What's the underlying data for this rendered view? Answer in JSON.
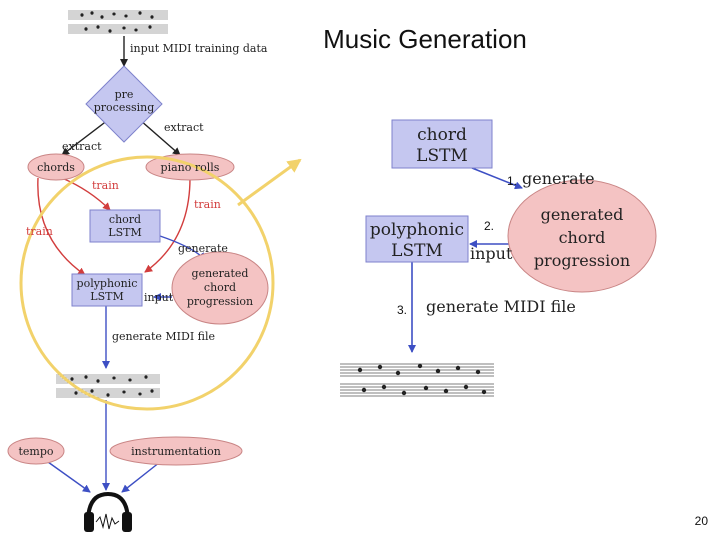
{
  "slide": {
    "title": "Music Generation",
    "page_number": "20"
  },
  "colors": {
    "box_fill": "#c5c7f0",
    "box_stroke": "#7e82cc",
    "ellipse_fill": "#f4c3c3",
    "ellipse_stroke": "#c98585",
    "arrow_blue": "#3d4fc4",
    "arrow_red": "#d23d3d",
    "arrow_black": "#222222",
    "highlight": "#f2d26b"
  },
  "left_diagram": {
    "input_label": "input MIDI training data",
    "preprocess": {
      "line1": "pre",
      "line2": "processing"
    },
    "extract_right": "extract",
    "extract_left": "extract",
    "chords": "chords",
    "piano_rolls": "piano rolls",
    "train_top": "train",
    "train_right": "train",
    "train_left": "train",
    "chord_lstm": {
      "line1": "chord",
      "line2": "LSTM"
    },
    "generate": "generate",
    "polyphonic_lstm": {
      "line1": "polyphonic",
      "line2": "LSTM"
    },
    "input": "input",
    "generated_progression": {
      "line1": "generated",
      "line2": "chord",
      "line3": "progression"
    },
    "generate_midi": "generate MIDI file",
    "tempo": "tempo",
    "instrumentation": "instrumentation"
  },
  "right_diagram": {
    "chord_lstm": {
      "line1": "chord",
      "line2": "LSTM"
    },
    "step1": "1.",
    "generate": "generate",
    "generated_progression": {
      "line1": "generated",
      "line2": "chord",
      "line3": "progression"
    },
    "polyphonic_lstm": {
      "line1": "polyphonic",
      "line2": "LSTM"
    },
    "step2": "2.",
    "input": "input",
    "step3": "3.",
    "generate_midi": "generate MIDI file"
  }
}
